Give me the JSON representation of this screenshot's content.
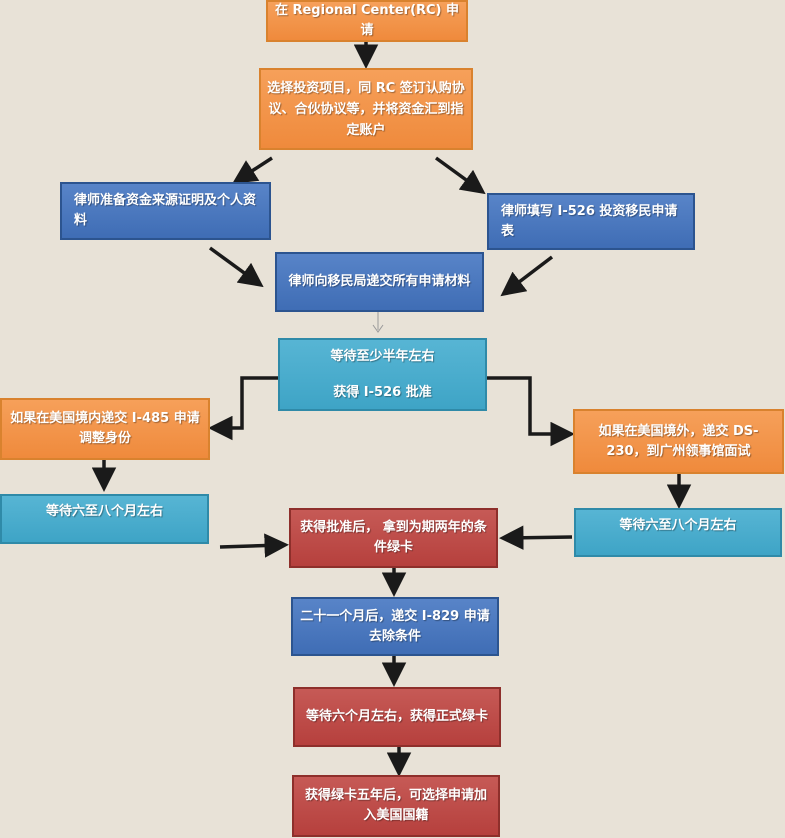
{
  "nodes": {
    "apply_rc": "在 Regional Center(RC) 申请",
    "select_project": "选择投资项目，同 RC 签订认购协议、合伙协议等，并将资金汇到指定账户",
    "lawyer_funds": "律师准备资金来源证明及个人资料",
    "lawyer_i526": "律师填写 I-526 投资移民申请表",
    "submit_all": "律师向移民局递交所有申请材料",
    "wait_half_year": "等待至少半年左右",
    "approve_i526": "获得 I-526 批准",
    "inside_us": "如果在美国境内递交 I-485 申请调整身份",
    "outside_us": "如果在美国境外，递交 DS-230，到广州领事馆面试",
    "wait_left": "等待六至八个月左右",
    "wait_right": "等待六至八个月左右",
    "conditional_card": "获得批准后， 拿到为期两年的条件绿卡",
    "i829": "二十一个月后，递交 I-829 申请去除条件",
    "permanent_card": "等待六个月左右，获得正式绿卡",
    "citizenship": "获得绿卡五年后，可选择申请加入美国国籍"
  },
  "colors": {
    "background": "#e8e2d7",
    "orange": "#ef8a3c",
    "blue": "#3f6db5",
    "cyan": "#3ea4c6",
    "red": "#b6403d",
    "arrow": "#1a1a1a"
  }
}
